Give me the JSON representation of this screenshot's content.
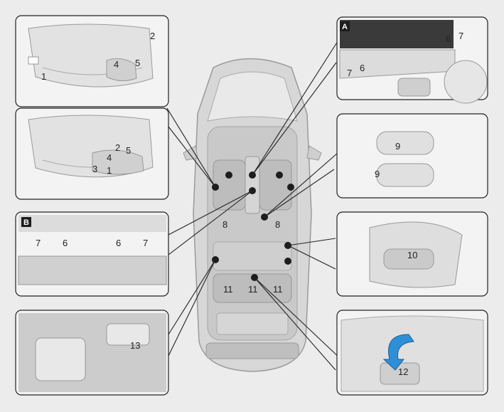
{
  "panels": {
    "seat_power": {
      "labels": [
        "1",
        "2",
        "4",
        "5"
      ]
    },
    "seat_manual": {
      "labels": [
        "2",
        "4",
        "5",
        "3",
        "1"
      ]
    },
    "center_console": {
      "tag": "A",
      "labels": [
        "6",
        "7",
        "7",
        "6"
      ]
    },
    "seat_memory": {
      "labels": [
        "9",
        "9"
      ]
    },
    "rear_console": {
      "tag": "B",
      "labels": [
        "7",
        "6",
        "6",
        "7"
      ]
    },
    "side_lever": {
      "labels": [
        "10"
      ]
    },
    "door_switch": {
      "labels": [
        "13"
      ]
    },
    "rear_seat": {
      "labels": [
        "12"
      ]
    }
  },
  "vehicle": {
    "labels": [
      "8",
      "8",
      "11",
      "11",
      "11"
    ]
  },
  "colors": {
    "line": "#222222",
    "panel": "#f3f3f3",
    "arrow": "#2f8fd6",
    "background": "#ececec"
  }
}
